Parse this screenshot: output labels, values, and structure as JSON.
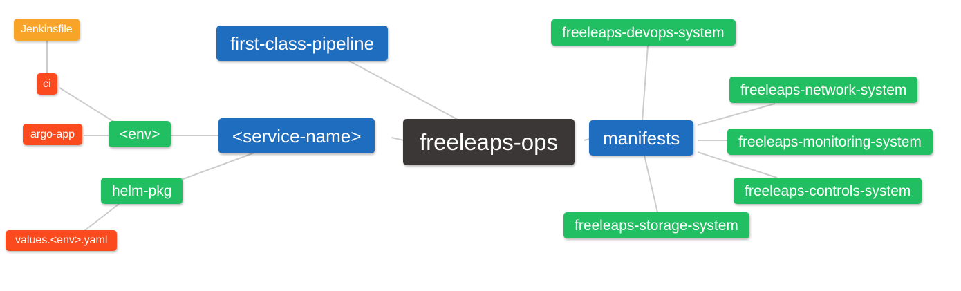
{
  "app": {
    "type": "mind-map",
    "background": "#ffffff",
    "edge_color": "#cccccc"
  },
  "palette": {
    "root_dark": "#3a3736",
    "branch_blue": "#1f6dbf",
    "leaf_green": "#21bf62",
    "leaf_red": "#fb4a1d",
    "leaf_amber": "#f7a428",
    "text": "#ffffff"
  },
  "nodes": {
    "root": {
      "label": "freeleaps-ops",
      "color": "#3a3736"
    },
    "first_class_pipeline": {
      "label": "first-class-pipeline",
      "color": "#1f6dbf"
    },
    "service_name": {
      "label": "<service-name>",
      "color": "#1f6dbf"
    },
    "manifests": {
      "label": "manifests",
      "color": "#1f6dbf"
    },
    "env": {
      "label": "<env>",
      "color": "#21bf62"
    },
    "ci": {
      "label": "ci",
      "color": "#fb4a1d"
    },
    "jenkinsfile": {
      "label": "Jenkinsfile",
      "color": "#f7a428"
    },
    "argo_app": {
      "label": "argo-app",
      "color": "#fb4a1d"
    },
    "helm_pkg": {
      "label": "helm-pkg",
      "color": "#21bf62"
    },
    "values_env_yaml": {
      "label": "values.<env>.yaml",
      "color": "#fb4a1d"
    },
    "devops_system": {
      "label": "freeleaps-devops-system",
      "color": "#21bf62"
    },
    "network_system": {
      "label": "freeleaps-network-system",
      "color": "#21bf62"
    },
    "monitoring_system": {
      "label": "freeleaps-monitoring-system",
      "color": "#21bf62"
    },
    "controls_system": {
      "label": "freeleaps-controls-system",
      "color": "#21bf62"
    },
    "storage_system": {
      "label": "freeleaps-storage-system",
      "color": "#21bf62"
    }
  },
  "edges": [
    {
      "from": "jenkinsfile",
      "to": "ci"
    },
    {
      "from": "ci",
      "to": "env"
    },
    {
      "from": "argo_app",
      "to": "env"
    },
    {
      "from": "env",
      "to": "service_name"
    },
    {
      "from": "helm_pkg",
      "to": "service_name"
    },
    {
      "from": "values_env_yaml",
      "to": "helm_pkg"
    },
    {
      "from": "service_name",
      "to": "root"
    },
    {
      "from": "first_class_pipeline",
      "to": "root"
    },
    {
      "from": "root",
      "to": "manifests"
    },
    {
      "from": "manifests",
      "to": "devops_system"
    },
    {
      "from": "manifests",
      "to": "network_system"
    },
    {
      "from": "manifests",
      "to": "monitoring_system"
    },
    {
      "from": "manifests",
      "to": "controls_system"
    },
    {
      "from": "manifests",
      "to": "storage_system"
    }
  ]
}
